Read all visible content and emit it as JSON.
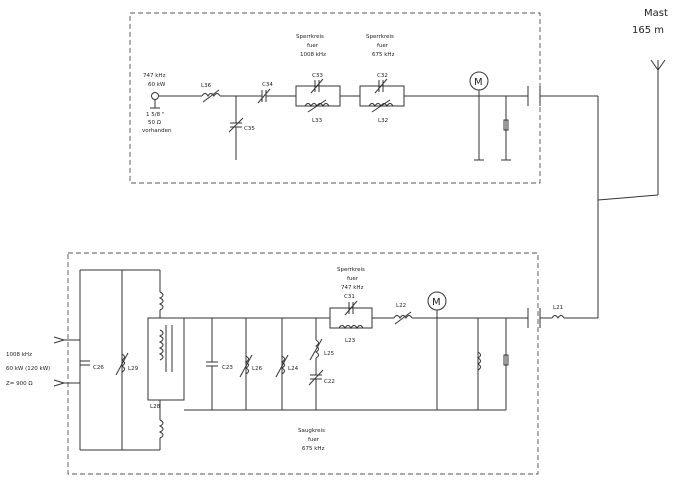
{
  "mast": {
    "label": "Mast",
    "height": "165 m"
  },
  "trap_top_1": {
    "line1": "Sperrkreis",
    "line2": "fuer",
    "line3": "1008 kHz"
  },
  "trap_top_2": {
    "line1": "Sperrkreis",
    "line2": "fuer",
    "line3": "675 kHz"
  },
  "input_top": {
    "freq": "747 kHz",
    "power": "60 kW",
    "cable": "1 5/8 \"",
    "imp": "50 Ω",
    "note": "vorhanden"
  },
  "trap_bottom": {
    "line1": "Sperrkreis",
    "line2": "fuer",
    "line3": "747 kHz"
  },
  "suction": {
    "line1": "Saugkreis",
    "line2": "fuer",
    "line3": "675 kHz"
  },
  "input_bottom": {
    "freq": "1008 kHz",
    "power": "60 kW (120 kW)",
    "imp": "Z= 900 Ω"
  },
  "meter_symbol": "M",
  "components": {
    "L36": "L36",
    "C34": "C34",
    "C35": "C35",
    "C33": "C33",
    "L33": "L33",
    "C32": "C32",
    "L32": "L32",
    "C31": "C31",
    "L23": "L23",
    "L22": "L22",
    "L21": "L21",
    "C26": "C26",
    "L29": "L29",
    "L28": "L28",
    "C23": "C23",
    "L26": "L26",
    "L24": "L24",
    "L25": "L25",
    "C22": "C22"
  }
}
